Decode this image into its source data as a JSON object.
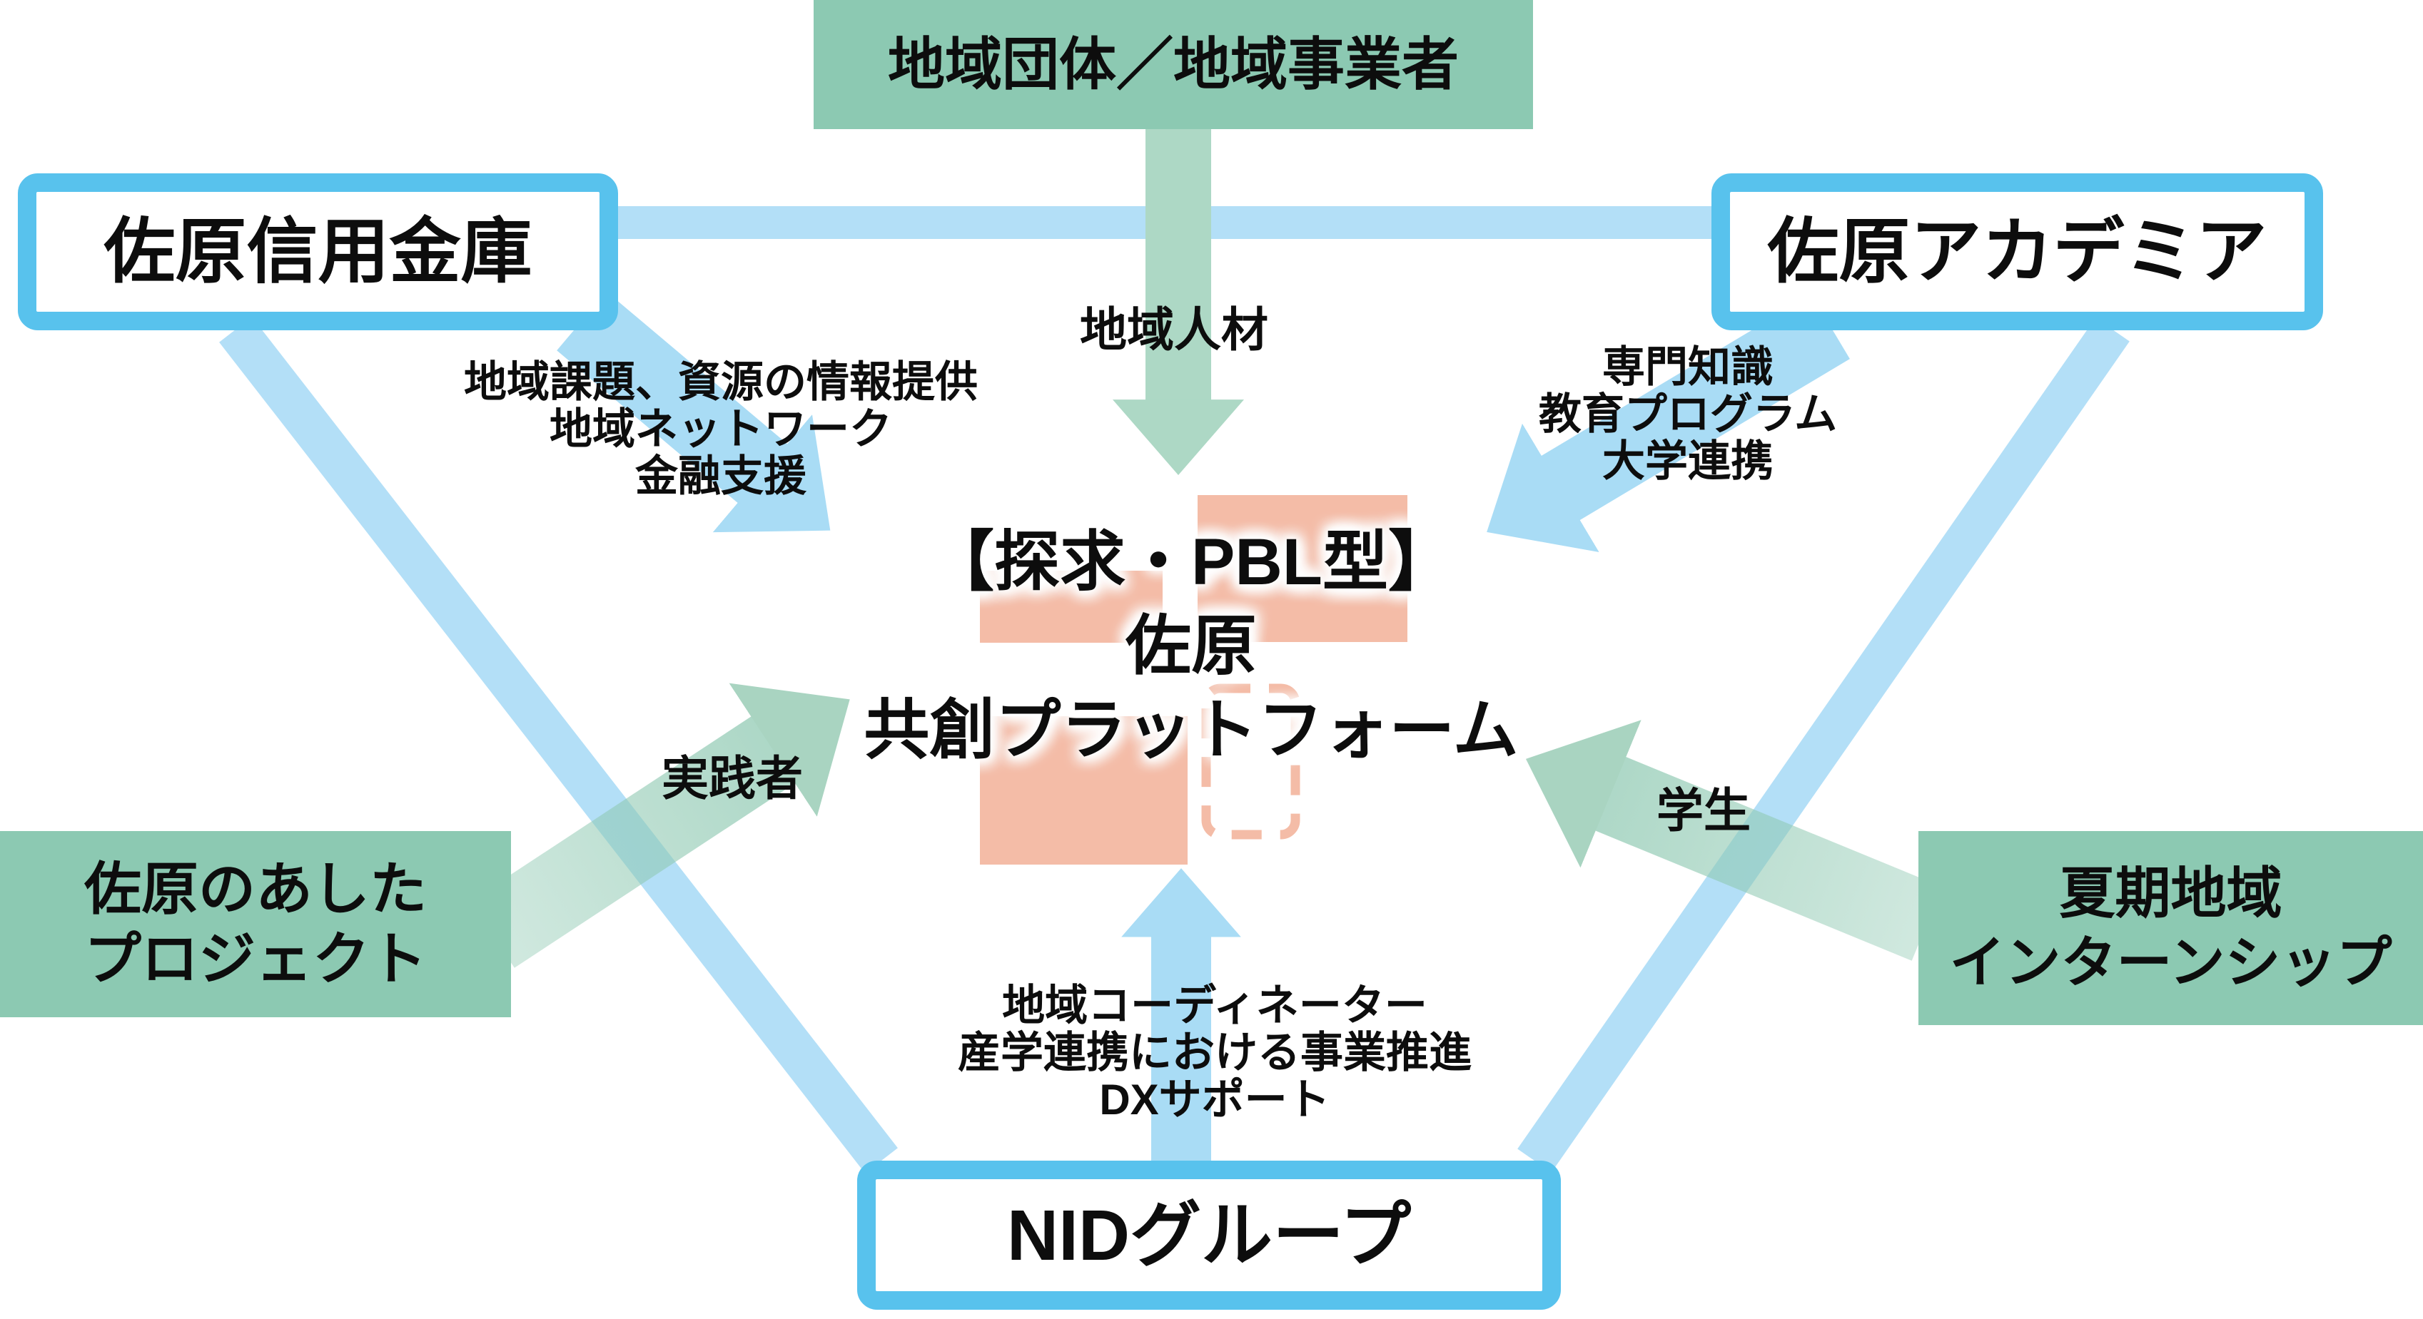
{
  "title_block": {
    "lines": [
      "【探求・PBL型】",
      "佐原",
      "共創プラットフォーム"
    ]
  },
  "nodes": {
    "community": {
      "label": "地域団体／地域事業者"
    },
    "shinkin": {
      "label": "佐原信用金庫"
    },
    "academia": {
      "label": "佐原アカデミア"
    },
    "nid": {
      "label": "NIDグループ"
    },
    "ashita": {
      "lines": [
        "佐原のあした",
        "プロジェクト"
      ]
    },
    "internship": {
      "lines": [
        "夏期地域",
        "インターンシップ"
      ]
    }
  },
  "edge_labels": {
    "community_to_center": "地域人材",
    "shinkin_to_center": [
      "地域課題、資源の情報提供",
      "地域ネットワーク",
      "金融支援"
    ],
    "academia_to_center": [
      "専門知識",
      "教育プログラム",
      "大学連携"
    ],
    "ashita_to_center": "実践者",
    "internship_to_center": "学生",
    "nid_to_center": [
      "地域コーディネーター",
      "産学連携における事業推進",
      "DXサポート"
    ]
  },
  "colors": {
    "green_box": "#8CC9B2",
    "green_arrow": "#ADD8C5",
    "green_arrow_head": "#A9D4C1",
    "blue_border": "#58C2ED",
    "blue_arrow": "#A9DCF5",
    "band_blue": "rgba(104,192,240,0.5)",
    "salmon": "#F4BCA7",
    "text": "#0D0D0D"
  }
}
